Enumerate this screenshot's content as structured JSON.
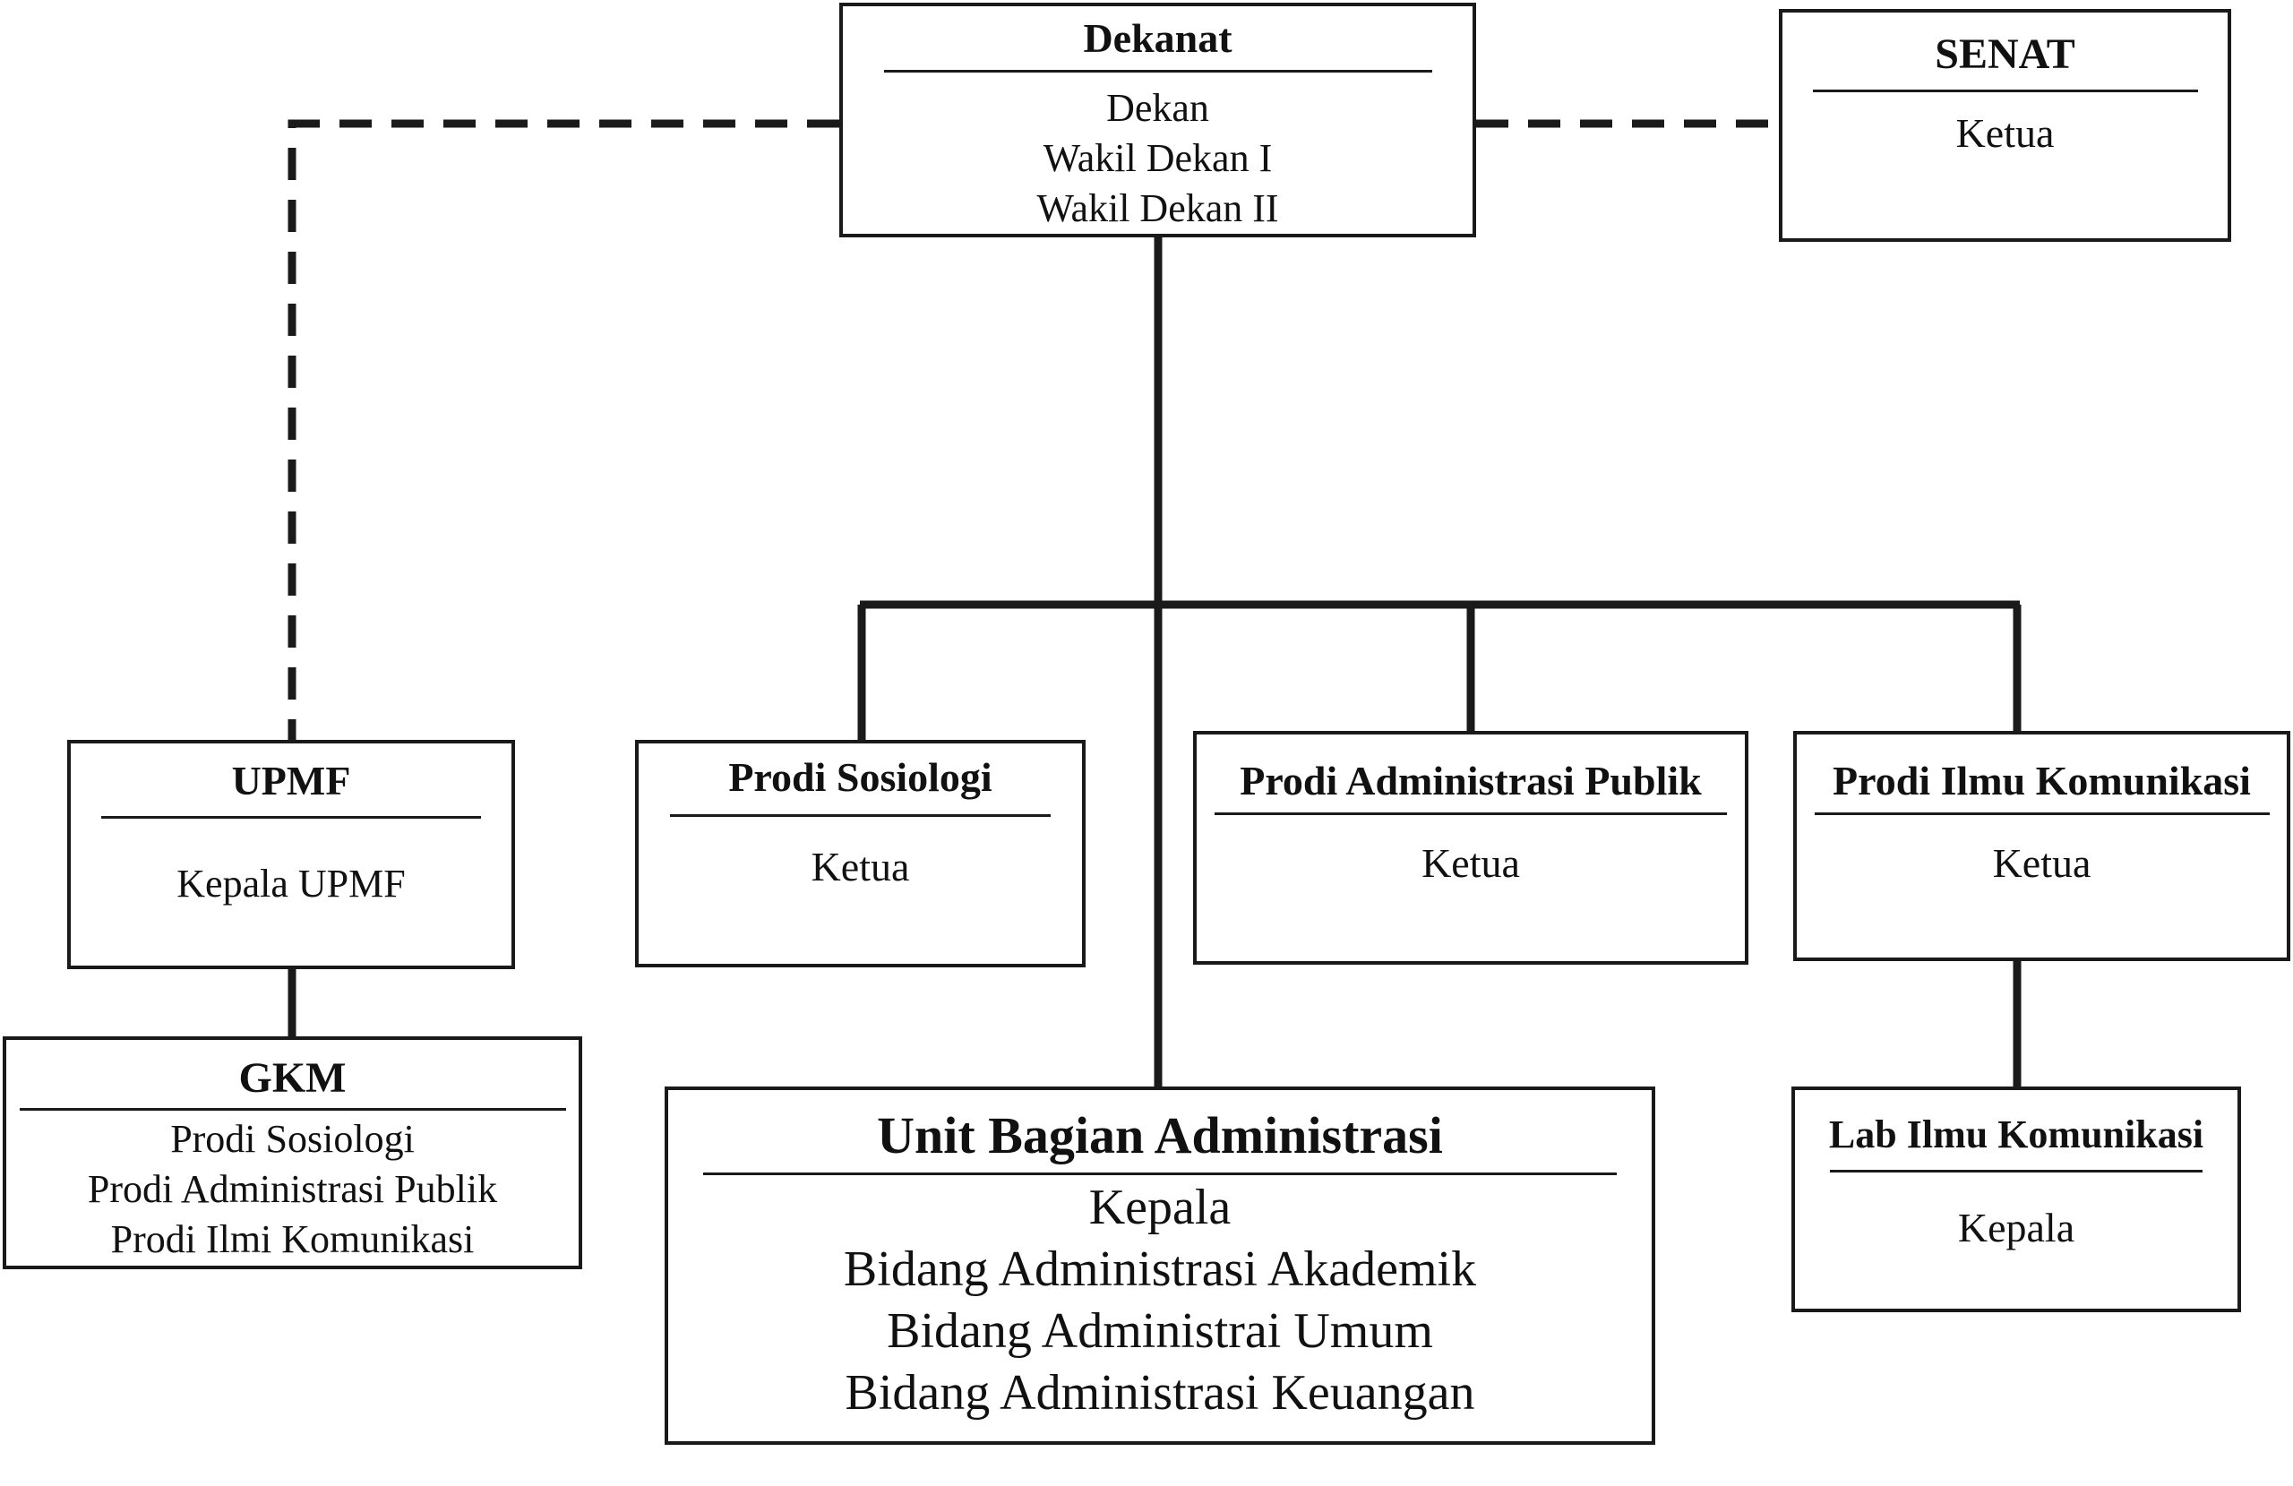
{
  "dekanat": {
    "title": "Dekanat",
    "roles": [
      "Dekan",
      "Wakil Dekan I",
      "Wakil Dekan II"
    ]
  },
  "senat": {
    "title": "SENAT",
    "role": "Ketua"
  },
  "upmf": {
    "title": "UPMF",
    "role": "Kepala UPMF"
  },
  "gkm": {
    "title": "GKM",
    "members": [
      "Prodi Sosiologi",
      "Prodi Administrasi Publik",
      "Prodi Ilmi Komunikasi"
    ]
  },
  "prodi_sosiologi": {
    "title": "Prodi Sosiologi",
    "role": "Ketua"
  },
  "prodi_administrasi_publik": {
    "title": "Prodi Administrasi Publik",
    "role": "Ketua"
  },
  "prodi_ilmu_komunikasi": {
    "title": "Prodi Ilmu Komunikasi",
    "role": "Ketua"
  },
  "unit_bagian_administrasi": {
    "title": "Unit Bagian Administrasi",
    "roles": [
      "Kepala",
      "Bidang Administrasi Akademik",
      "Bidang Administrai Umum",
      "Bidang Administrasi Keuangan"
    ]
  },
  "lab_ilmu_komunikasi": {
    "title": "Lab Ilmu Komunikasi",
    "role": "Kepala"
  }
}
